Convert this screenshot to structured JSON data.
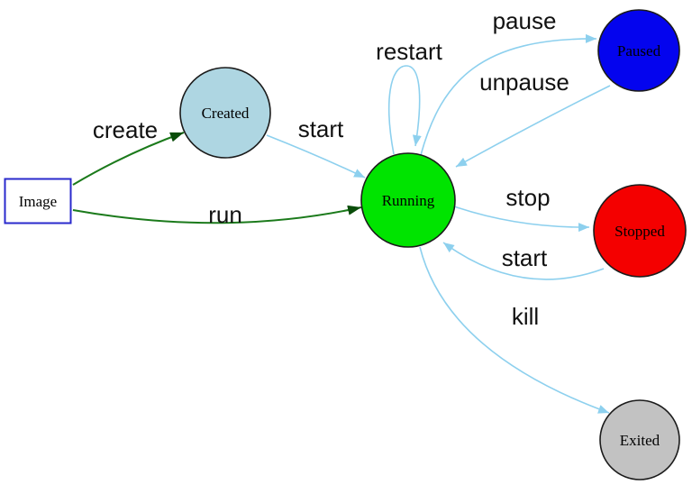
{
  "diagram": {
    "kind": "state-transition-diagram",
    "nodes": [
      {
        "id": "image",
        "label": "Image",
        "shape": "rectangle",
        "fill": "#ffffff",
        "border": "#2a2acc"
      },
      {
        "id": "created",
        "label": "Created",
        "shape": "circle",
        "fill": "#aed6e2",
        "border": "#1b1b1b"
      },
      {
        "id": "running",
        "label": "Running",
        "shape": "circle",
        "fill": "#00e400",
        "border": "#1b1b1b"
      },
      {
        "id": "paused",
        "label": "Paused",
        "shape": "circle",
        "fill": "#0404ee",
        "border": "#1b1b1b"
      },
      {
        "id": "stopped",
        "label": "Stopped",
        "shape": "circle",
        "fill": "#f40000",
        "border": "#1b1b1b"
      },
      {
        "id": "exited",
        "label": "Exited",
        "shape": "circle",
        "fill": "#c2c2c2",
        "border": "#1b1b1b"
      }
    ],
    "edges": [
      {
        "from": "image",
        "to": "created",
        "label": "create",
        "color": "green"
      },
      {
        "from": "image",
        "to": "running",
        "label": "run",
        "color": "green"
      },
      {
        "from": "created",
        "to": "running",
        "label": "start",
        "color": "blue"
      },
      {
        "from": "running",
        "to": "running",
        "label": "restart",
        "color": "blue"
      },
      {
        "from": "running",
        "to": "paused",
        "label": "pause",
        "color": "blue"
      },
      {
        "from": "paused",
        "to": "running",
        "label": "unpause",
        "color": "blue"
      },
      {
        "from": "running",
        "to": "stopped",
        "label": "stop",
        "color": "blue"
      },
      {
        "from": "stopped",
        "to": "running",
        "label": "start",
        "color": "blue"
      },
      {
        "from": "running",
        "to": "exited",
        "label": "kill",
        "color": "blue"
      }
    ],
    "colors": {
      "edge_blue": "#8dd0ee",
      "edge_blue_arrow": "#8dd0ee",
      "edge_green": "#1b7a1b",
      "edge_green_arrow": "#0a4d0a",
      "label_text": "#111111",
      "background": "#ffffff"
    }
  }
}
